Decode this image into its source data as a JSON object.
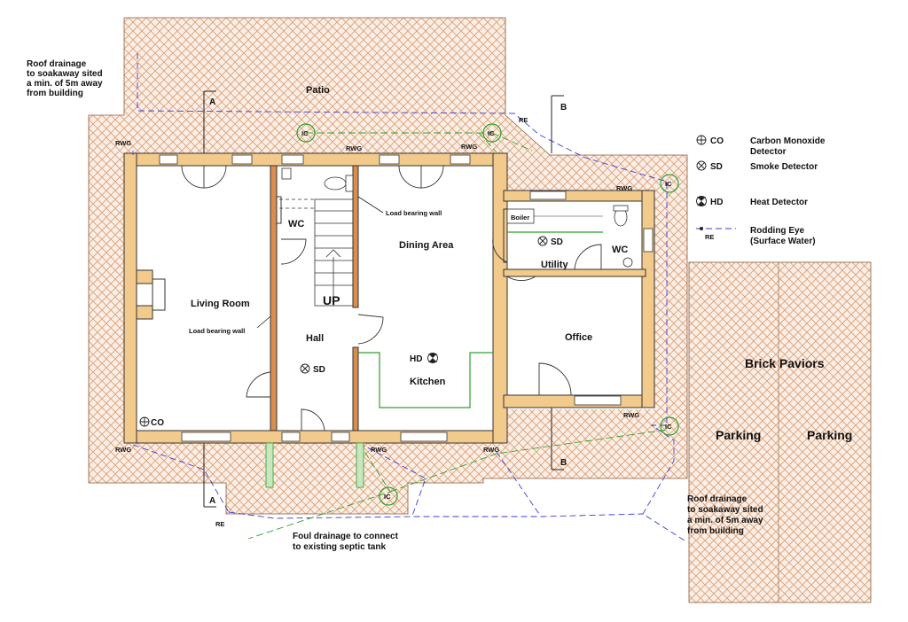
{
  "notes": {
    "roof_drainage_top": [
      "Roof drainage",
      "to soakaway sited",
      "a min. of 5m away",
      "from building"
    ],
    "roof_drainage_bottom": [
      "Roof drainage",
      "to soakaway sited",
      "a min. of 5m away",
      "from building"
    ],
    "foul_drainage": [
      "Foul drainage to connect",
      "to existing septic tank"
    ]
  },
  "rooms": {
    "patio": "Patio",
    "living_room": "Living Room",
    "hall": "Hall",
    "wc_main": "WC",
    "dining_area": "Dining Area",
    "kitchen": "Kitchen",
    "utility": "Utility",
    "wc_utility": "WC",
    "boiler": "Boiler",
    "office": "Office",
    "brick_paviors": "Brick Paviors",
    "parking_left": "Parking",
    "parking_right": "Parking"
  },
  "annotations": {
    "load_bearing_left": "Load bearing wall",
    "load_bearing_right": "Load bearing wall",
    "stairs_up": "UP",
    "sd_hall": "SD",
    "sd_utility": "SD",
    "hd_kitchen": "HD",
    "co_living": "CO"
  },
  "section_markers": {
    "a_top": "A",
    "a_bottom": "A",
    "b_top": "B",
    "b_bottom": "B"
  },
  "drain_labels": {
    "rwg": "RWG",
    "re": "RE",
    "ic": "IC"
  },
  "legend": [
    {
      "code": "CO",
      "text": [
        "Carbon Monoxide",
        "Detector"
      ],
      "icon": "co-symbol"
    },
    {
      "code": "SD",
      "text": [
        "Smoke Detector"
      ],
      "icon": "sd-symbol"
    },
    {
      "code": "HD",
      "text": [
        "Heat Detector"
      ],
      "icon": "hd-symbol"
    },
    {
      "code": "RE",
      "text": [
        "Rodding Eye",
        "(Surface Water)"
      ],
      "icon": "re-symbol"
    }
  ],
  "colors": {
    "wall_fill": "#f2ca8c",
    "paving_line": "#d9996a",
    "foul_drain": "#2ca02c",
    "surface_drain": "#3b3bd6",
    "kitchen_unit": "#2ca02c"
  }
}
